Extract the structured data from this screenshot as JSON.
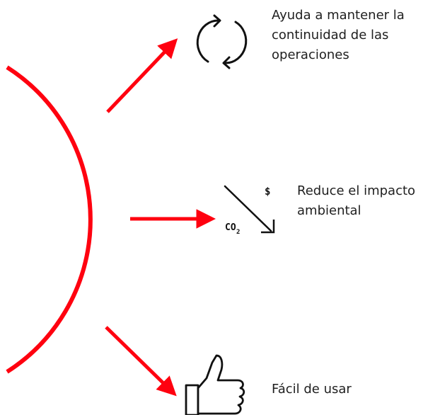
{
  "colors": {
    "accent": "#ff000f",
    "text": "#1f1f1f",
    "icon": "#111111"
  },
  "benefits": [
    {
      "label": "Ayuda a mantener la\ncontinuidad de las\noperaciones",
      "icon": "refresh-cycle-icon"
    },
    {
      "label": "Reduce el impacto\nambiental",
      "icon": "co2-cost-reduction-icon"
    },
    {
      "label": "Fácil de usar",
      "icon": "thumbs-up-icon"
    }
  ],
  "icon_text": {
    "co2_main": "CO",
    "co2_sub": "2",
    "currency": "$"
  }
}
